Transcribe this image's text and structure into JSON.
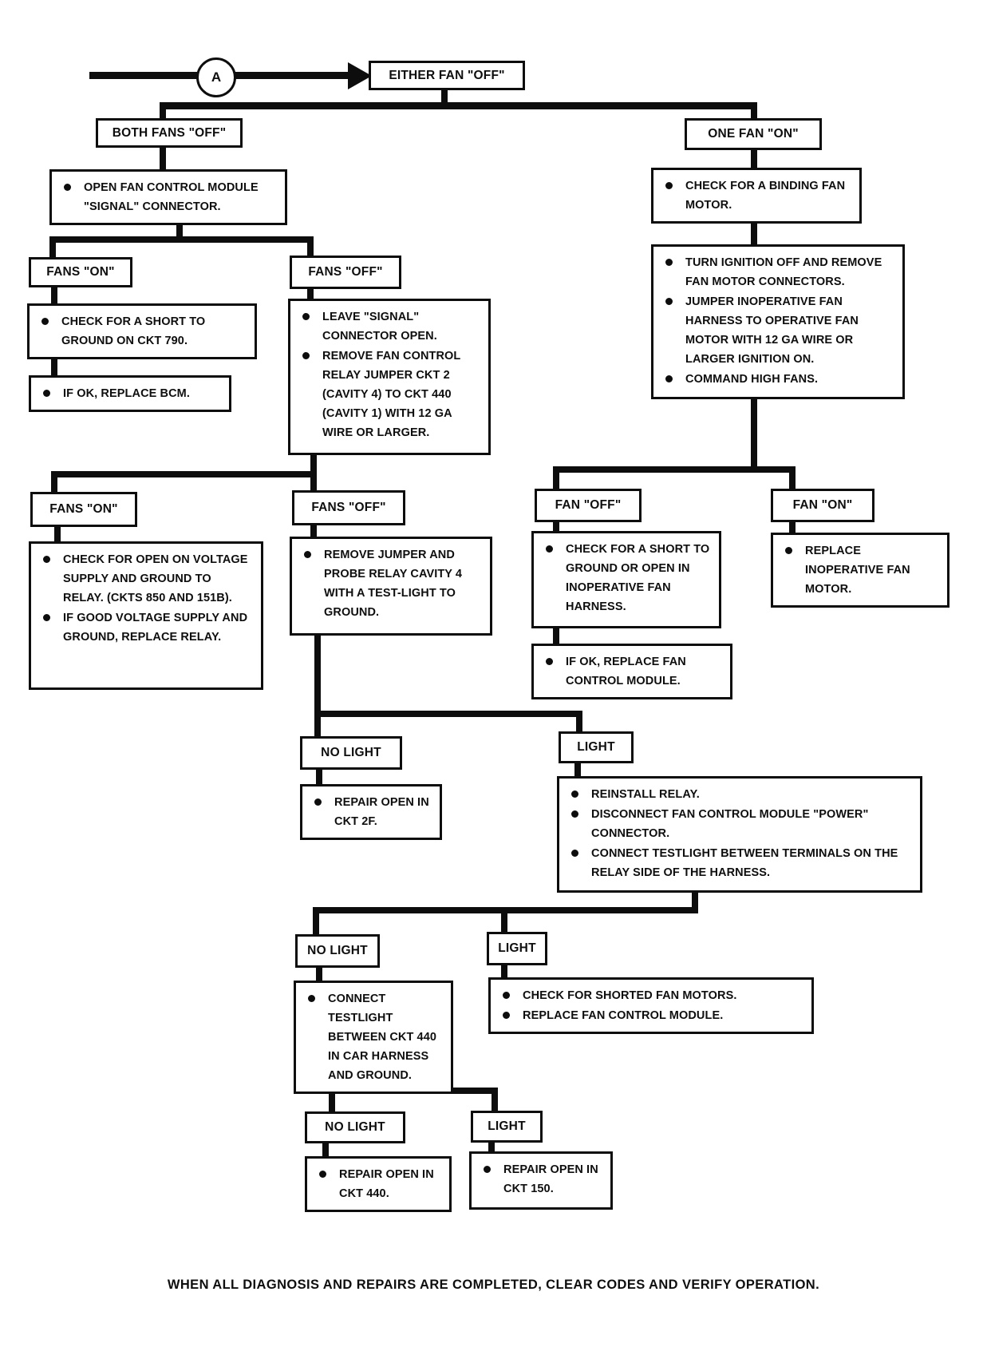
{
  "badge_a": "A",
  "footer": "WHEN ALL DIAGNOSIS AND REPAIRS ARE COMPLETED, CLEAR CODES AND VERIFY OPERATION.",
  "nodes": {
    "either_fan_off": {
      "label": "EITHER FAN \"OFF\""
    },
    "both_fans_off": {
      "label": "BOTH FANS \"OFF\""
    },
    "one_fan_on": {
      "label": "ONE FAN \"ON\""
    },
    "open_signal_connector": {
      "items": [
        "OPEN FAN CONTROL MODULE \"SIGNAL\" CONNECTOR."
      ]
    },
    "check_binding_motor": {
      "items": [
        "CHECK FOR A BINDING FAN MOTOR."
      ]
    },
    "fans_on_2": {
      "label": "FANS \"ON\""
    },
    "fans_off_2": {
      "label": "FANS \"OFF\""
    },
    "check_short_790": {
      "items": [
        "CHECK FOR A SHORT TO GROUND ON CKT 790."
      ]
    },
    "replace_bcm": {
      "items": [
        "IF OK, REPLACE BCM."
      ]
    },
    "leave_signal_open": {
      "items": [
        "LEAVE \"SIGNAL\" CONNECTOR OPEN.",
        "REMOVE FAN CONTROL RELAY JUMPER CKT 2 (CAVITY 4) TO CKT 440 (CAVITY 1) WITH 12 GA WIRE OR LARGER."
      ]
    },
    "turn_ignition_off": {
      "items": [
        "TURN IGNITION OFF AND REMOVE FAN MOTOR CONNECTORS.",
        "JUMPER INOPERATIVE FAN HARNESS TO OPERATIVE FAN MOTOR WITH 12 GA WIRE OR LARGER IGNITION ON.",
        "COMMAND HIGH FANS."
      ]
    },
    "fans_on_3": {
      "label": "FANS \"ON\""
    },
    "fans_off_3": {
      "label": "FANS \"OFF\""
    },
    "check_open_voltage": {
      "items": [
        "CHECK FOR OPEN ON VOLTAGE SUPPLY AND GROUND TO RELAY.  (CKTS 850 AND 151B).",
        "IF GOOD VOLTAGE SUPPLY AND GROUND, REPLACE RELAY."
      ]
    },
    "remove_jumper_probe": {
      "items": [
        "REMOVE JUMPER AND PROBE RELAY CAVITY 4 WITH A TEST-LIGHT TO GROUND."
      ]
    },
    "fan_off_r": {
      "label": "FAN \"OFF\""
    },
    "fan_on_r": {
      "label": "FAN \"ON\""
    },
    "check_short_inop": {
      "items": [
        "CHECK FOR A SHORT TO GROUND OR OPEN IN INOPERATIVE FAN HARNESS."
      ]
    },
    "replace_fan_module": {
      "items": [
        "IF OK, REPLACE FAN CONTROL MODULE."
      ]
    },
    "replace_inop_motor": {
      "items": [
        "REPLACE INOPERATIVE FAN MOTOR."
      ]
    },
    "no_light_1": {
      "label": "NO LIGHT"
    },
    "light_1": {
      "label": "LIGHT"
    },
    "repair_ckt_2f": {
      "items": [
        "REPAIR OPEN IN CKT 2F."
      ]
    },
    "reinstall_relay": {
      "items": [
        "REINSTALL RELAY.",
        "DISCONNECT FAN CONTROL MODULE \"POWER\" CONNECTOR.",
        "CONNECT TESTLIGHT BETWEEN TERMINALS ON THE RELAY SIDE OF THE HARNESS."
      ]
    },
    "no_light_2": {
      "label": "NO LIGHT"
    },
    "light_2": {
      "label": "LIGHT"
    },
    "connect_testlight_440": {
      "items": [
        "CONNECT TESTLIGHT BETWEEN CKT 440 IN CAR HARNESS AND GROUND."
      ]
    },
    "check_shorted_motors": {
      "items": [
        "CHECK FOR SHORTED FAN MOTORS.",
        "REPLACE FAN CONTROL MODULE."
      ]
    },
    "no_light_3": {
      "label": "NO LIGHT"
    },
    "light_3": {
      "label": "LIGHT"
    },
    "repair_ckt_440": {
      "items": [
        "REPAIR OPEN IN CKT 440."
      ]
    },
    "repair_ckt_150": {
      "items": [
        "REPAIR OPEN IN CKT 150."
      ]
    }
  }
}
